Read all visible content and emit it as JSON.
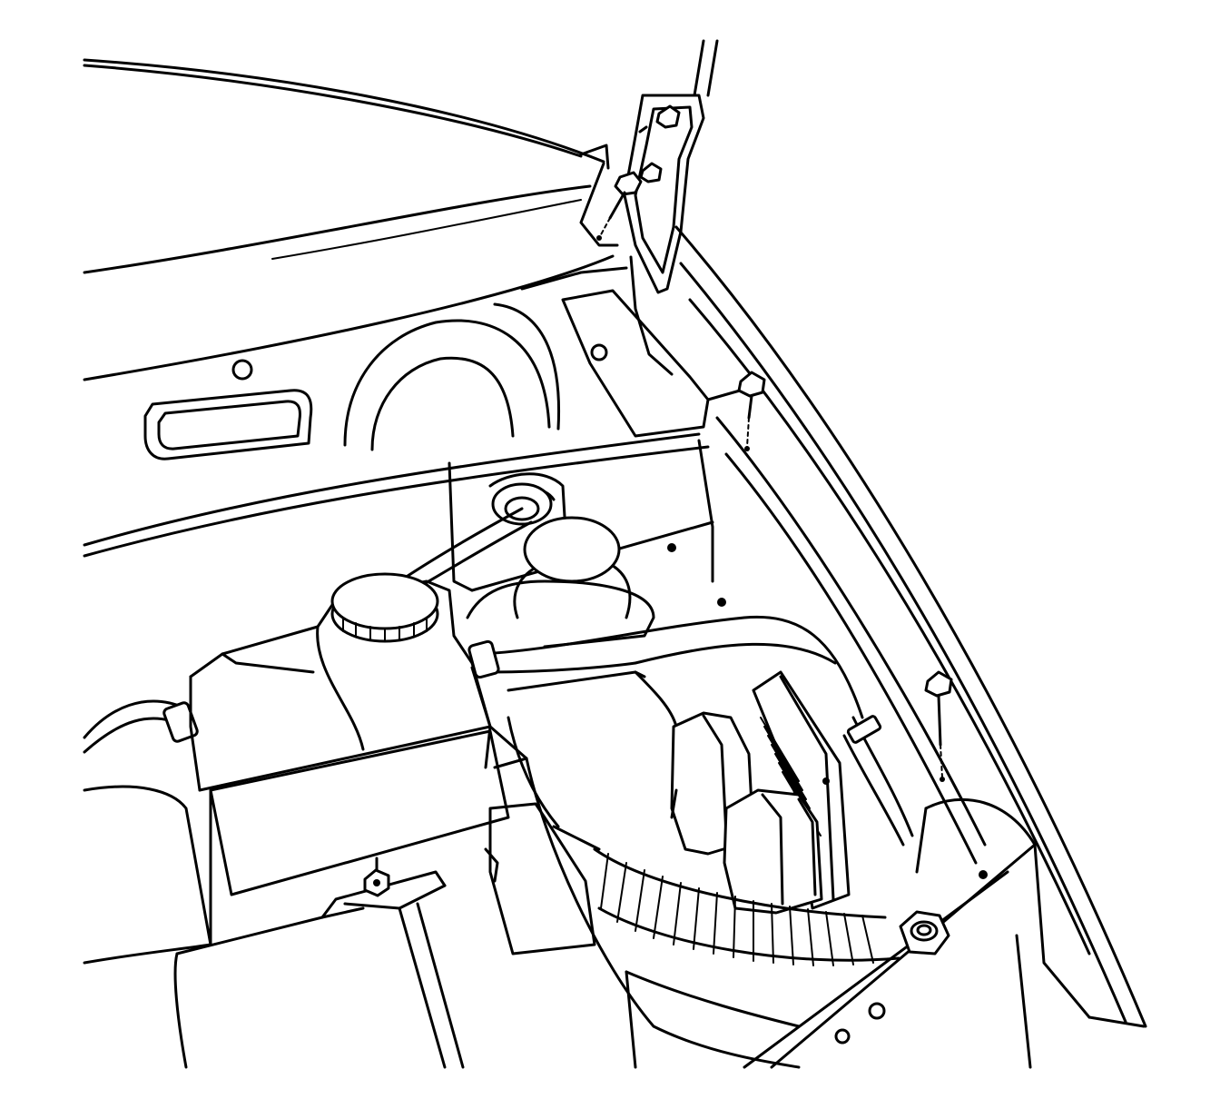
{
  "diagram": {
    "kind": "engine-compartment line illustration",
    "colors": {
      "stroke": "#000000",
      "background": "#ffffff"
    },
    "components": [
      "hood",
      "hood-hinge",
      "hinge-bolt",
      "radiator-support",
      "coolant-reservoir",
      "coolant-cap",
      "brake-fluid-reservoir",
      "coolant-hose",
      "control-module",
      "wiring-harness-conduit",
      "battery",
      "mounting-bolt",
      "mounting-nut"
    ]
  }
}
